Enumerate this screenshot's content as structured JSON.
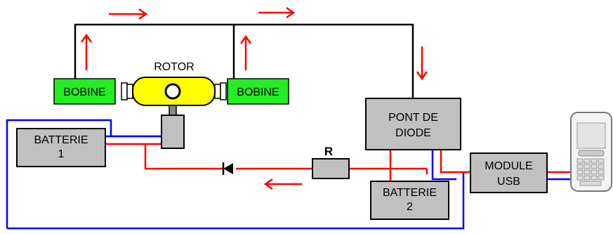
{
  "labels": {
    "rotor": "ROTOR",
    "bobine_left": "BOBINE",
    "bobine_right": "BOBINE",
    "pont_line1": "PONT DE",
    "pont_line2": "DIODE",
    "batterie1_line1": "BATTERIE",
    "batterie1_line2": "1",
    "batterie2_line1": "BATTERIE",
    "batterie2_line2": "2",
    "resistor": "R",
    "module_line1": "MODULE",
    "module_line2": "USB"
  },
  "colors": {
    "coil": "#22ee22",
    "rotor": "#ffff00",
    "block": "#c0c0c0",
    "wire_black": "#000000",
    "wire_red": "#ff0000",
    "wire_blue": "#0000ff",
    "arrow": "#ff0000"
  },
  "icons": [
    "current-arrow-icon",
    "diode-icon",
    "phone-icon"
  ]
}
